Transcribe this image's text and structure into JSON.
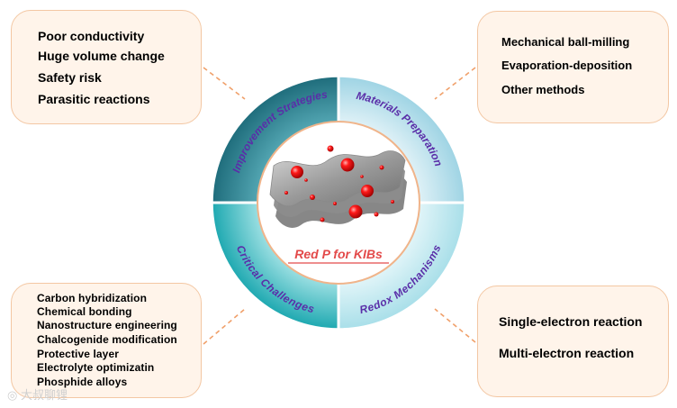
{
  "title": "Red P for KIBs",
  "quadrants": {
    "top_left": "Improvement Strategies",
    "top_right": "Materials Preparation",
    "bottom_right": "Redox Mechanisms",
    "bottom_left": "Critical Challenges"
  },
  "boxes": {
    "top_left": [
      "Poor conductivity",
      "Huge volume change",
      "Safety risk",
      "Parasitic reactions"
    ],
    "top_right": [
      "Mechanical ball-milling",
      "Evaporation-deposition",
      "Other methods"
    ],
    "bottom_left": [
      "Carbon hybridization",
      "Chemical bonding",
      "Nanostructure engineering",
      "Chalcogenide modification",
      "Protective layer",
      "Electrolyte optimizatin",
      "Phosphide alloys"
    ],
    "bottom_right": [
      "Single-electron reaction",
      "Multi-electron reaction"
    ]
  },
  "watermark": "大叔聊锂",
  "colors": {
    "box_fill": "#fff4ea",
    "box_border": "#f3c7a3",
    "connector": "#f0a06a",
    "ring_top_left": "#2a7d8c",
    "ring_top_right": "#bfe4ef",
    "ring_bottom_right": "#c2eaf2",
    "ring_bottom_left": "#30b5bb",
    "quadrant_text": "#5a2ea8",
    "title_text": "#e34a4a",
    "particle": "#ff1414"
  }
}
